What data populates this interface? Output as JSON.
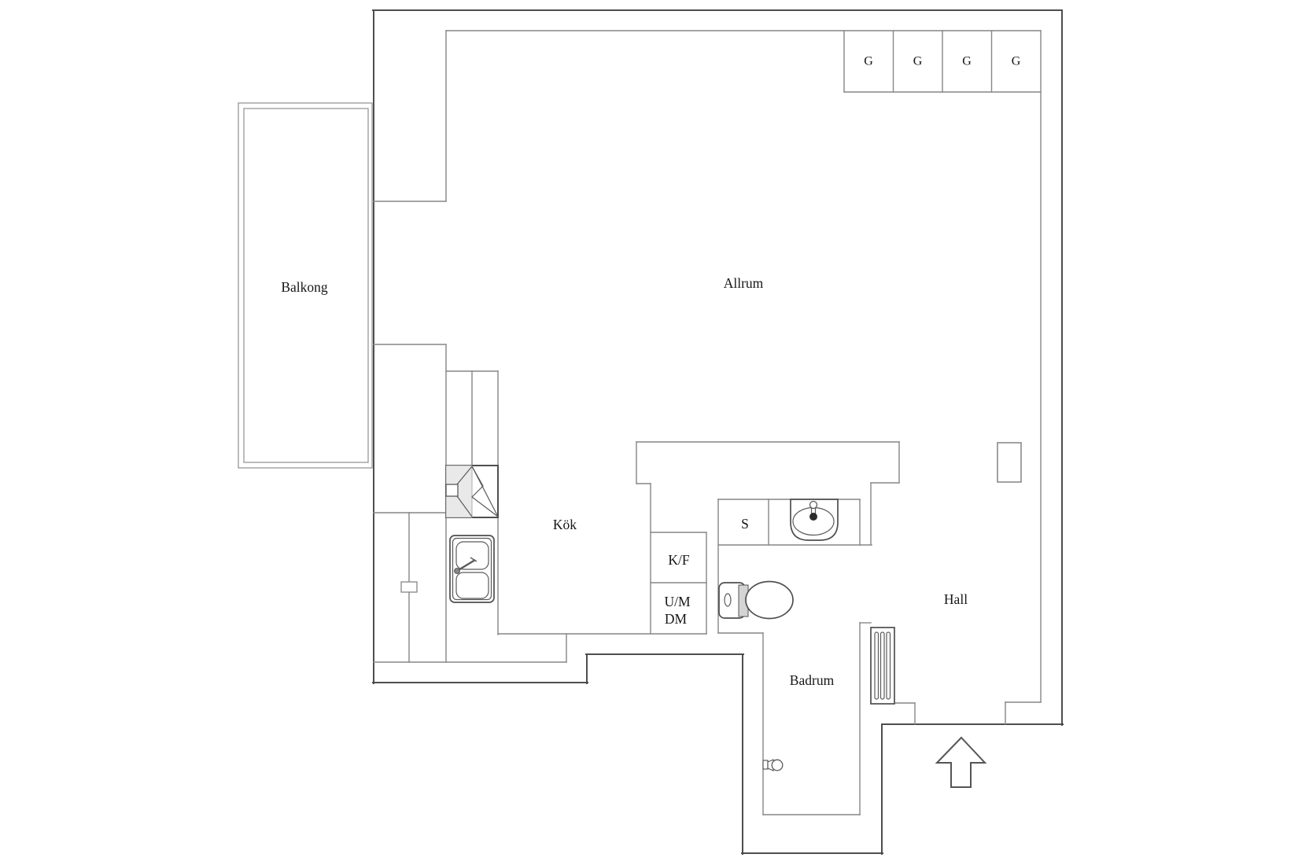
{
  "diagram": {
    "type": "floor-plan",
    "labels": {
      "balcony": "Balkong",
      "living_room": "Allrum",
      "kitchen": "Kök",
      "bathroom": "Badrum",
      "hall": "Hall",
      "fridge_freezer": "K/F",
      "washing_machine": "U/M",
      "dishwasher": "DM",
      "cabinet": "S"
    },
    "wardrobes": [
      "G",
      "G",
      "G",
      "G"
    ],
    "colors": {
      "background": "#ffffff",
      "wall_outer": "#4e4e4e",
      "wall_inner": "#868686",
      "fixture": "#4f4f4f",
      "shading": "#e9e9e9",
      "text": "#161616"
    }
  }
}
